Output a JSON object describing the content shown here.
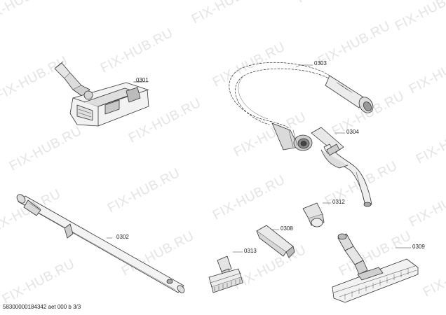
{
  "watermark": "FIX-HUB.RU",
  "parts": {
    "p0301": "0301",
    "p0302": "0302",
    "p0303": "0303",
    "p0304": "0304",
    "p0308": "0308",
    "p0309": "0309",
    "p0312": "0312",
    "p0313": "0313"
  },
  "footer": "58300000184342 aet 000 b 3/3"
}
